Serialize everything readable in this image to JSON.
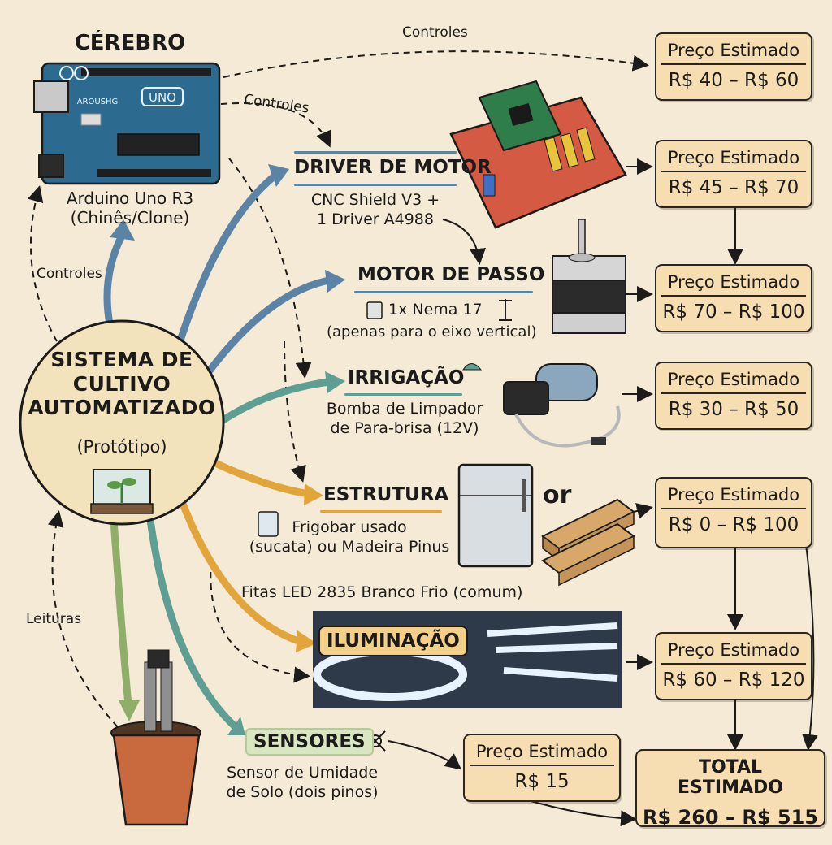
{
  "cerebro": {
    "title": "CÉREBRO",
    "board_name": "UNO",
    "board_brand": "AROUSHG",
    "subtitle": "Arduino Uno R3\n(Chinês/Clone)"
  },
  "center": {
    "title": "SISTEMA DE\nCULTIVO\nAUTOMATIZADO",
    "subtitle": "(Protótipo)"
  },
  "connectors": {
    "controles_top": "Controles",
    "controles_mid": "Controles",
    "controles_left": "Controles",
    "leituras": "Leituras",
    "or": "or"
  },
  "sections": {
    "driver": {
      "title": "DRIVER DE MOTOR",
      "subtitle": "CNC Shield V3 +\n1 Driver A4988"
    },
    "motor": {
      "title": "MOTOR DE PASSO",
      "subtitle": "1x Nema 17",
      "note": "(apenas para o eixo vertical)"
    },
    "irrigacao": {
      "title": "IRRIGAÇÃO",
      "subtitle": "Bomba de Limpador\nde Para-brisa (12V)"
    },
    "estrutura": {
      "title": "ESTRUTURA",
      "subtitle": "Frigobar usado\n(sucata) ou Madeira Pinus"
    },
    "iluminacao": {
      "title": "ILUMINAÇÃO",
      "note": "Fitas LED 2835 Branco Frio (comum)"
    },
    "sensores": {
      "title": "SENSORES",
      "subtitle": "Sensor de Umidade\nde Solo (dois pinos)"
    }
  },
  "prices": {
    "label": "Preço Estimado",
    "cerebro": "R$ 40 – R$ 60",
    "driver": "R$ 45 – R$ 70",
    "motor": "R$ 70 – R$ 100",
    "irrigacao": "R$ 30 – R$ 50",
    "estrutura": "R$ 0 – R$ 100",
    "iluminacao": "R$ 60 – R$ 120",
    "sensores": "R$ 15"
  },
  "total": {
    "label": "TOTAL ESTIMADO",
    "value": "R$ 260 – R$ 515"
  },
  "colors": {
    "background": "#f4ead6",
    "blue_arrow": "#5b83a6",
    "teal_arrow": "#5e9e93",
    "orange_arrow": "#e2a53c",
    "green_arrow": "#8fae6a",
    "price_fill": "#f7ddb2",
    "center_fill": "#f3e3bd",
    "arduino_blue": "#2c6b8f",
    "shield_red": "#d45a43"
  }
}
